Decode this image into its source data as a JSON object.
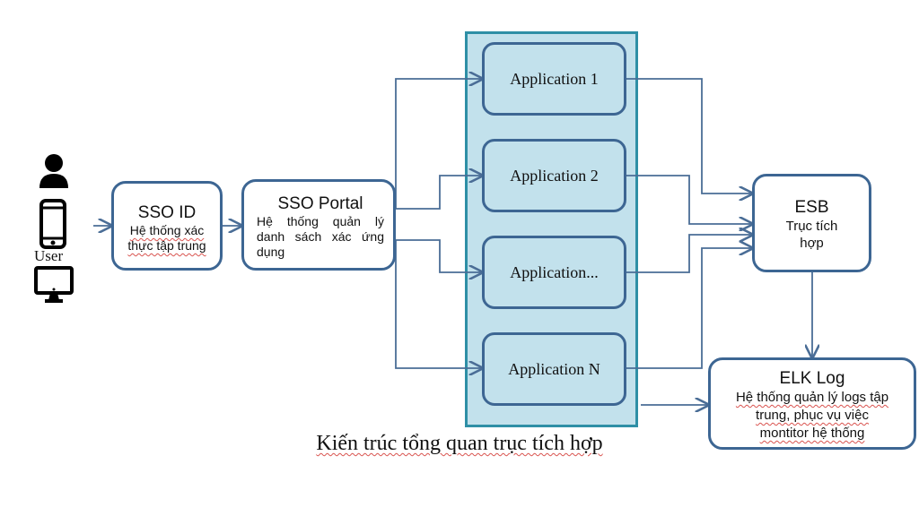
{
  "user": {
    "label": "User",
    "icons": [
      "person-icon",
      "smartphone-icon",
      "desktop-monitor-icon"
    ]
  },
  "sso_id": {
    "title": "SSO ID",
    "subtitle_lines": [
      "Hệ thống xác",
      "thực tập trung"
    ]
  },
  "sso_portal": {
    "title": "SSO Portal",
    "subtitle_lines": [
      "Hệ thống quản lý",
      "danh sách xác ứng",
      "dụng"
    ]
  },
  "applications": [
    {
      "label": "Application 1"
    },
    {
      "label": "Application 2"
    },
    {
      "label": "Application..."
    },
    {
      "label": "Application N"
    }
  ],
  "esb": {
    "title": "ESB",
    "subtitle_lines": [
      "Trục tích",
      "hợp"
    ]
  },
  "elk": {
    "title": "ELK Log",
    "subtitle_lines": [
      "Hệ thống quản lý logs tập",
      "trung, phục vụ việc",
      "montitor hệ thống"
    ]
  },
  "caption": "Kiến trúc tổng quan trục tích hợp",
  "colors": {
    "box_border": "#3d6693",
    "container_border": "#2e8fa6",
    "container_fill": "#c2e1ec",
    "connector": "#4a6d96"
  }
}
